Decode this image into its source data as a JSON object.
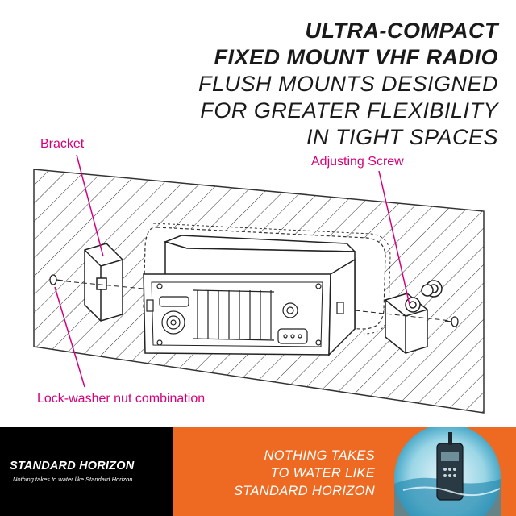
{
  "headline": {
    "line1": "ULTRA-COMPACT",
    "line2": "FIXED MOUNT VHF RADIO",
    "line3": "FLUSH MOUNTS DESIGNED",
    "line4": "FOR GREATER FLEXIBILITY",
    "line5": "IN TIGHT SPACES"
  },
  "callouts": {
    "bracket": "Bracket",
    "adjusting_screw": "Adjusting Screw",
    "lock_washer": "Lock-washer nut combination"
  },
  "footer": {
    "brand": "STANDARD HORIZON",
    "brand_tagline": "Nothing takes to water like Standard Horizon",
    "promo_line1": "NOTHING TAKES",
    "promo_line2": "TO WATER LIKE",
    "promo_line3": "STANDARD HORIZON"
  },
  "colors": {
    "callout": "#d6007a",
    "footer_dark": "#000000",
    "footer_accent": "#ee6a22",
    "text": "#1a1a1a"
  }
}
